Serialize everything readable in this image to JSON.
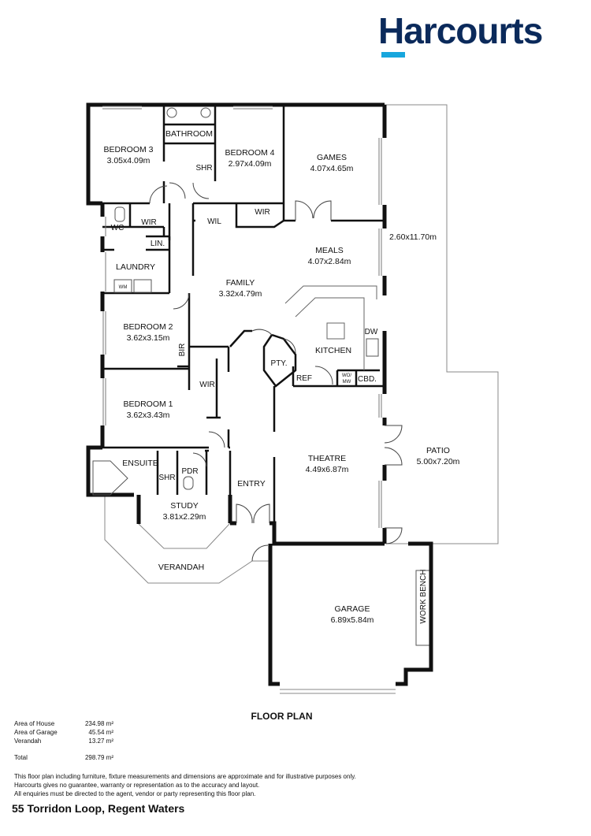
{
  "brand": {
    "name": "Harcourts",
    "color": "#0b2a5b",
    "accent": "#17a6dd"
  },
  "rooms": {
    "bedroom3": {
      "name": "BEDROOM 3",
      "size": "3.05x4.09m"
    },
    "bathroom": {
      "name": "BATHROOM"
    },
    "bedroom4": {
      "name": "BEDROOM 4",
      "size": "2.97x4.09m"
    },
    "games": {
      "name": "GAMES",
      "size": "4.07x4.65m"
    },
    "shr1": {
      "name": "SHR"
    },
    "wir1": {
      "name": "WIR"
    },
    "wil": {
      "name": "WIL"
    },
    "wir2": {
      "name": "WIR"
    },
    "wc": {
      "name": "WC"
    },
    "lin": {
      "name": "LIN."
    },
    "laundry": {
      "name": "LAUNDRY"
    },
    "wm": {
      "name": "WM"
    },
    "meals": {
      "name": "MEALS",
      "size": "4.07x2.84m"
    },
    "alfresco_dim": {
      "size": "2.60x11.70m"
    },
    "family": {
      "name": "FAMILY",
      "size": "3.32x4.79m"
    },
    "bedroom2": {
      "name": "BEDROOM 2",
      "size": "3.62x3.15m"
    },
    "bir": {
      "name": "BIR"
    },
    "pty": {
      "name": "PTY."
    },
    "kitchen": {
      "name": "KITCHEN"
    },
    "dw": {
      "name": "DW"
    },
    "ref": {
      "name": "REF"
    },
    "womw": {
      "line1": "WO/",
      "line2": "MW"
    },
    "cbd": {
      "name": "CBD."
    },
    "wir3": {
      "name": "WIR"
    },
    "bedroom1": {
      "name": "BEDROOM 1",
      "size": "3.62x3.43m"
    },
    "ensuite": {
      "name": "ENSUITE"
    },
    "shr2": {
      "name": "SHR"
    },
    "pdr": {
      "name": "PDR"
    },
    "theatre": {
      "name": "THEATRE",
      "size": "4.49x6.87m"
    },
    "patio": {
      "name": "PATIO",
      "size": "5.00x7.20m"
    },
    "entry": {
      "name": "ENTRY"
    },
    "study": {
      "name": "STUDY",
      "size": "3.81x2.29m"
    },
    "verandah": {
      "name": "VERANDAH"
    },
    "garage": {
      "name": "GARAGE",
      "size": "6.89x5.84m"
    },
    "workbench": {
      "name": "WORK BENCH"
    }
  },
  "plan_title": "FLOOR PLAN",
  "areas": [
    {
      "label": "Area of House",
      "value": "234.98 m²"
    },
    {
      "label": "Area of Garage",
      "value": "45.54 m²"
    },
    {
      "label": "Verandah",
      "value": "13.27 m²"
    }
  ],
  "total": {
    "label": "Total",
    "value": "298.79 m²"
  },
  "disclaimer": [
    "This floor plan including furniture, fixture measurements and dimensions are approximate and for illustrative purposes only.",
    "Harcourts gives no guarantee, warranty or representation as to the accuracy and layout.",
    "All enquiries must be directed to the agent, vendor or party representing this floor plan."
  ],
  "address": "55 Torridon Loop, Regent Waters"
}
